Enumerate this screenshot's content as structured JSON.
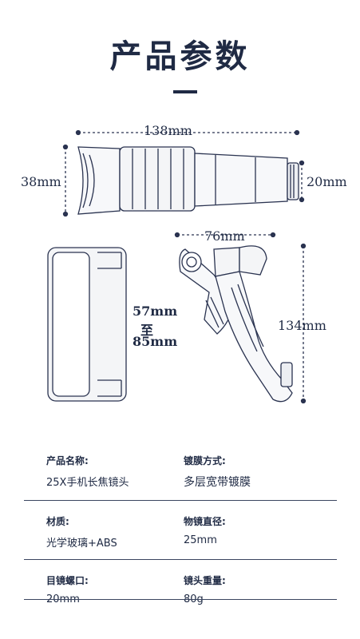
{
  "header": {
    "title": "产品参数"
  },
  "dimensions": {
    "lens_length": "138mm",
    "lens_front_diameter": "38mm",
    "lens_rear_diameter": "20mm",
    "clip_width": "76mm",
    "clip_range_min": "57mm",
    "clip_range_to": "至",
    "clip_range_max": "85mm",
    "clip_height": "134mm"
  },
  "params": [
    {
      "label": "产品名称:",
      "value": "25X手机长焦镜头"
    },
    {
      "label": "镀膜方式:",
      "value": "多层宽带镀膜"
    },
    {
      "label": "材质:",
      "value": "光学玻璃+ABS"
    },
    {
      "label": "物镜直径:",
      "value": "25mm"
    },
    {
      "label": "目镜螺口:",
      "value": "20mm"
    },
    {
      "label": "镜头重量:",
      "value": "80g"
    }
  ]
}
